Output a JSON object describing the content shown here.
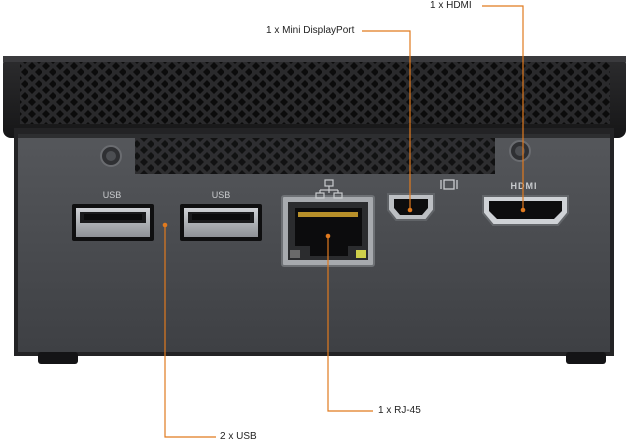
{
  "callouts": {
    "hdmi": "1 x HDMI",
    "mini_displayport": "1 x Mini DisplayPort",
    "rj45": "1 x RJ-45",
    "usb": "2 x USB"
  },
  "port_labels": {
    "usb_left": "USB",
    "usb_right": "USB",
    "hdmi_logo": "HDMI"
  },
  "colors": {
    "leader_line": "#e07a1f",
    "chassis_dark": "#1b1b1d",
    "chassis_panel": "#4a4c50",
    "background": "#ffffff"
  }
}
